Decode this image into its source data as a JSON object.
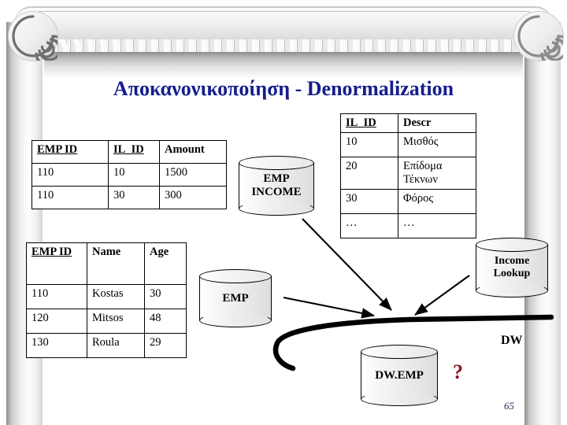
{
  "slide": {
    "title": "Αποκανονικοποίηση - Denormalization",
    "title_color": "#141d8c",
    "page_number": "65",
    "background": "#ffffff"
  },
  "tables": {
    "emp_income": {
      "name": "EMP INCOME detail table",
      "headers": [
        "EMP ID",
        "IL_ID",
        "Amount"
      ],
      "header_underlined": [
        true,
        true,
        false
      ],
      "rows": [
        [
          "110",
          "10",
          "1500"
        ],
        [
          "110",
          "30",
          "300"
        ]
      ]
    },
    "emp": {
      "name": "EMP table",
      "headers": [
        "EMP ID",
        "Name",
        "Age"
      ],
      "header_underlined": [
        true,
        false,
        false
      ],
      "rows": [
        [
          "110",
          "Kostas",
          "30"
        ],
        [
          "120",
          "Mitsos",
          "48"
        ],
        [
          "130",
          "Roula",
          "29"
        ]
      ]
    },
    "income_lookup": {
      "name": "Income Lookup table",
      "headers": [
        "IL_ID",
        "Descr"
      ],
      "header_underlined": [
        true,
        false
      ],
      "rows": [
        [
          "10",
          "Μισθός"
        ],
        [
          "20",
          "Επίδομα Τέκνων"
        ],
        [
          "30",
          "Φόρος"
        ],
        [
          "…",
          "…"
        ]
      ]
    }
  },
  "cylinders": {
    "emp_income": {
      "line1": "EMP",
      "line2": "INCOME"
    },
    "emp": {
      "line1": "EMP",
      "line2": ""
    },
    "income_lookup": {
      "line1": "Income",
      "line2": "Lookup"
    },
    "dw_emp": {
      "line1": "DW.EMP",
      "line2": ""
    }
  },
  "labels": {
    "dw": "DW",
    "question_mark": "?",
    "question_color": "#8c1220"
  }
}
